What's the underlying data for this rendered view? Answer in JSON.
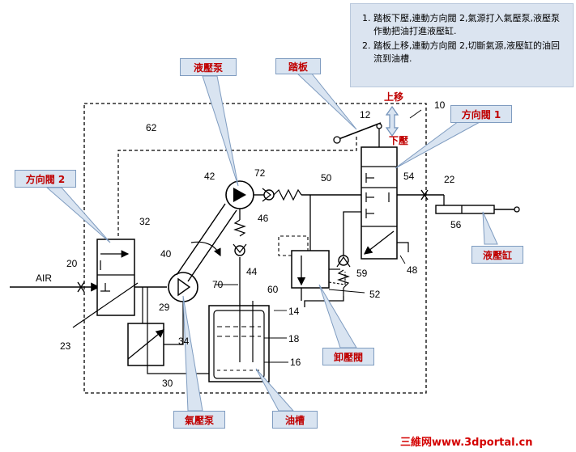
{
  "notes": [
    "踏板下壓,連動方向閥 2,氣源打入氣壓泵,液壓泵作動把油打進液壓缸.",
    "踏板上移,連動方向閥 2,切斷氣源,液壓缸的油回流到油槽."
  ],
  "callouts": {
    "hydraulic_pump": "液壓泵",
    "pedal": "踏板",
    "directional_valve_1": "方向閥 1",
    "directional_valve_2": "方向閥 2",
    "hydraulic_cylinder": "液壓缸",
    "unloading_valve": "卸壓閥",
    "pneumatic_pump": "氣壓泵",
    "oil_tank": "油槽"
  },
  "motion": {
    "up": "上移",
    "down": "下壓"
  },
  "labels": {
    "air": "AIR",
    "n10": "10",
    "n12": "12",
    "n14": "14",
    "n16": "16",
    "n18": "18",
    "n20": "20",
    "n22": "22",
    "n23": "23",
    "n29": "29",
    "n30": "30",
    "n32": "32",
    "n34": "34",
    "n40": "40",
    "n42": "42",
    "n44": "44",
    "n46": "46",
    "n48": "48",
    "n50": "50",
    "n52": "52",
    "n54": "54",
    "n56": "56",
    "n59": "59",
    "n60": "60",
    "n62": "62",
    "n70": "70",
    "n72": "72"
  },
  "watermark": "三維网www.3dportal.cn",
  "colors": {
    "callout_text": "#c00000",
    "callout_fill": "#d9e4f1",
    "note_fill": "#dbe4f0",
    "arrow": "#6f8fb8"
  }
}
